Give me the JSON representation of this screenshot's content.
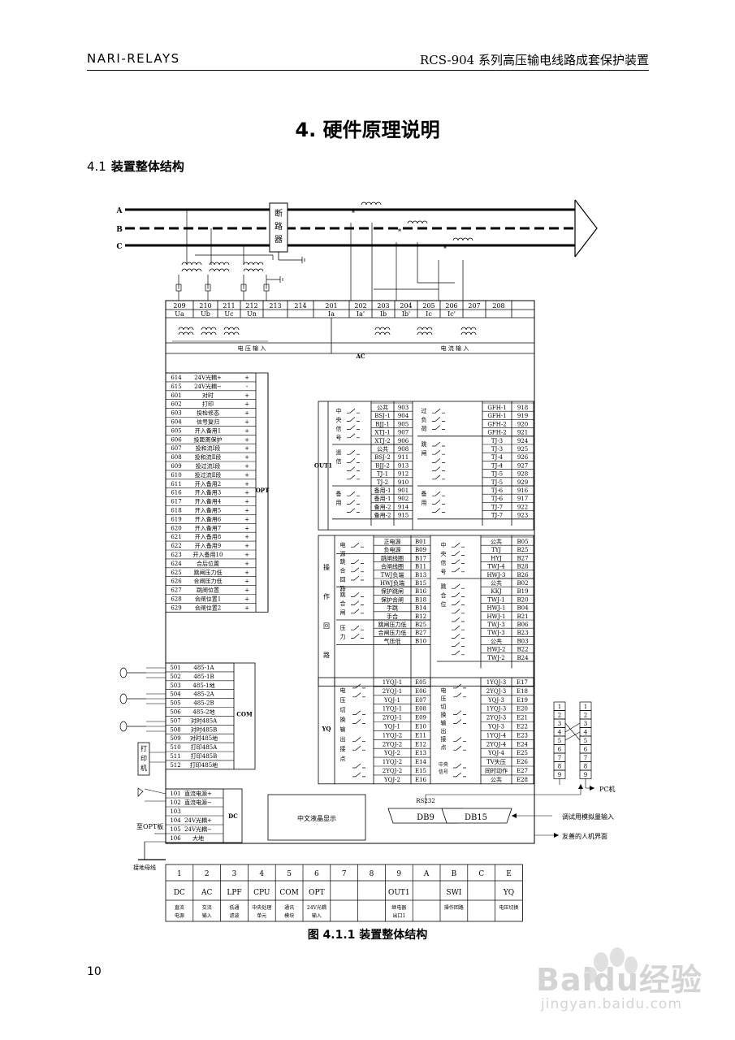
{
  "header": {
    "left": "NARI-RELAYS",
    "right": "RCS-904 系列高压输电线路成套保护装置"
  },
  "chapter_title": "4. 硬件原理说明",
  "section": {
    "number": "4.1",
    "title": "装置整体结构"
  },
  "diagram": {
    "phases": [
      "A",
      "B",
      "C"
    ],
    "breaker": [
      "断",
      "路",
      "器"
    ],
    "star": "*",
    "terminal_numbers": [
      "209",
      "210",
      "211",
      "212",
      "213",
      "214",
      "201",
      "202",
      "203",
      "204",
      "205",
      "206",
      "207",
      "208"
    ],
    "terminal_labels": [
      "Ua",
      "Ub",
      "Uc",
      "Un",
      "Ia",
      "Ia'",
      "Ib",
      "Ib'",
      "Ic",
      "Ic'"
    ],
    "voltage_input": "电 压 输 入",
    "current_input": "电 流 输 入",
    "ac": "AC",
    "opt": {
      "label": "OPT",
      "rows": [
        [
          "614",
          "24V光耦+",
          "+"
        ],
        [
          "615",
          "24V光耦−",
          "-"
        ],
        [
          "601",
          "对时",
          "+"
        ],
        [
          "602",
          "打印",
          "+"
        ],
        [
          "603",
          "投检修态",
          "+"
        ],
        [
          "604",
          "信号复归",
          "+"
        ],
        [
          "605",
          "开入备用1",
          "+"
        ],
        [
          "606",
          "投距离保护",
          "+"
        ],
        [
          "607",
          "投和流Ⅰ段",
          "+"
        ],
        [
          "608",
          "投和流Ⅱ段",
          "+"
        ],
        [
          "609",
          "投过流Ⅰ段",
          "+"
        ],
        [
          "610",
          "投过流Ⅱ段",
          "+"
        ],
        [
          "611",
          "开入备用2",
          "+"
        ],
        [
          "616",
          "开入备用3",
          "+"
        ],
        [
          "617",
          "开入备用4",
          "+"
        ],
        [
          "618",
          "开入备用5",
          "+"
        ],
        [
          "619",
          "开入备用6",
          "+"
        ],
        [
          "620",
          "开入备用7",
          "+"
        ],
        [
          "621",
          "开入备用8",
          "+"
        ],
        [
          "622",
          "开入备用9",
          "+"
        ],
        [
          "623",
          "开入备用10",
          "+"
        ],
        [
          "624",
          "合后位置",
          "+"
        ],
        [
          "625",
          "跳闸压力低",
          "+"
        ],
        [
          "626",
          "合闸压力低",
          "+"
        ],
        [
          "627",
          "跳闸位置",
          "+"
        ],
        [
          "628",
          "合闸位置1",
          "+"
        ],
        [
          "629",
          "合闸位置2",
          "+"
        ]
      ]
    },
    "com": {
      "label": "COM",
      "rows": [
        [
          "501",
          "485-1A"
        ],
        [
          "502",
          "485-1B"
        ],
        [
          "503",
          "485-1地"
        ],
        [
          "504",
          "485-2A"
        ],
        [
          "505",
          "485-2B"
        ],
        [
          "506",
          "485-2地"
        ],
        [
          "507",
          "对时485A"
        ],
        [
          "508",
          "对时485B"
        ],
        [
          "509",
          "对时485地"
        ],
        [
          "510",
          "打印485A"
        ],
        [
          "511",
          "打印485B"
        ],
        [
          "512",
          "打印485地"
        ]
      ],
      "printer": [
        "打",
        "印",
        "机"
      ]
    },
    "dc": {
      "label": "DC",
      "rows": [
        [
          "101",
          "直流电源+"
        ],
        [
          "102",
          "直流电源−"
        ],
        [
          "103",
          ""
        ],
        [
          "104",
          "24V光耦+"
        ],
        [
          "105",
          "24V光耦−"
        ],
        [
          "106",
          "大地"
        ]
      ],
      "to_opt": "至OPT板",
      "ground_bus": "接地母线"
    },
    "out1": {
      "label": "OUT1",
      "left_groups": [
        {
          "name": [
            "中",
            "央",
            "信",
            "号"
          ],
          "rows": [
            [
              "公共",
              "903"
            ],
            [
              "BSJ-1",
              "904"
            ],
            [
              "BJJ-1",
              "905"
            ],
            [
              "XTJ-1",
              "907"
            ],
            [
              "XTJ-2",
              "906"
            ]
          ]
        },
        {
          "name": [
            "遥",
            "信"
          ],
          "rows": [
            [
              "公共",
              "908"
            ],
            [
              "BSJ-2",
              "911"
            ],
            [
              "BJJ-2",
              "913"
            ],
            [
              "TJ-1",
              "912"
            ],
            [
              "TJ-2",
              "910"
            ]
          ]
        },
        {
          "name": [
            "备",
            "用"
          ],
          "rows": [
            [
              "备用-1",
              "901"
            ],
            [
              "备用-1",
              "902"
            ],
            [
              "备用-2",
              "914"
            ],
            [
              "备用-2",
              "915"
            ]
          ]
        }
      ],
      "right_groups": [
        {
          "name": [
            "过",
            "负",
            "荷"
          ],
          "rows": [
            [
              "GFH-1",
              "918"
            ],
            [
              "GFH-1",
              "919"
            ],
            [
              "GFH-2",
              "920"
            ],
            [
              "GFH-2",
              "921"
            ]
          ]
        },
        {
          "name": [
            "跳",
            "闸"
          ],
          "rows": [
            [
              "TJ-3",
              "924"
            ],
            [
              "TJ-3",
              "925"
            ],
            [
              "TJ-4",
              "926"
            ],
            [
              "TJ-4",
              "927"
            ],
            [
              "TJ-5",
              "928"
            ],
            [
              "TJ-5",
              "929"
            ]
          ]
        },
        {
          "name": [
            "备",
            "用"
          ],
          "rows": [
            [
              "TJ-6",
              "916"
            ],
            [
              "TJ-6",
              "917"
            ],
            [
              "TJ-7",
              "922"
            ],
            [
              "TJ-7",
              "923"
            ]
          ]
        }
      ]
    },
    "swi": {
      "label": [
        "操",
        "作",
        "回",
        "路"
      ],
      "left_groups": [
        {
          "name": [
            "电",
            "源"
          ],
          "rows": [
            [
              "正电源",
              "B01"
            ],
            [
              "负电源",
              "B09"
            ]
          ]
        },
        {
          "name": [
            "跳",
            "合",
            "回",
            "路"
          ],
          "rows": [
            [
              "跳闸线圈",
              "B17"
            ],
            [
              "合闸线圈",
              "B11"
            ],
            [
              "TWJ负端",
              "B13"
            ],
            [
              "HWJ负端",
              "B15"
            ]
          ]
        },
        {
          "name": [
            "跳",
            "合",
            "闸"
          ],
          "rows": [
            [
              "保护跳闸",
              "B16"
            ],
            [
              "保护合闸",
              "B18"
            ],
            [
              "手跳",
              "B14"
            ],
            [
              "手合",
              "B12"
            ]
          ]
        },
        {
          "name": [
            "压",
            "力"
          ],
          "rows": [
            [
              "跳闸压力低",
              "B25"
            ],
            [
              "合闸压力低",
              "B27"
            ],
            [
              "气压低",
              "B10"
            ]
          ]
        }
      ],
      "right_groups": [
        {
          "name": [
            "中",
            "央",
            "信",
            "号"
          ],
          "rows": [
            [
              "公共",
              "B05"
            ],
            [
              "TYJ",
              "B25"
            ],
            [
              "HYJ",
              "B27"
            ],
            [
              "TWJ-4",
              "B28"
            ],
            [
              "HWJ-3",
              "B26"
            ]
          ]
        },
        {
          "name": [
            "跳",
            "合",
            "位"
          ],
          "rows": [
            [
              "公共",
              "B02"
            ],
            [
              "KKJ",
              "B19"
            ],
            [
              "TWJ-1",
              "B20"
            ],
            [
              "HWJ-1",
              "B04"
            ],
            [
              "HWJ-1",
              "B21"
            ],
            [
              "TWJ-3",
              "B06"
            ],
            [
              "TWJ-3",
              "B23"
            ],
            [
              "公共",
              "B03"
            ],
            [
              "HWJ-2",
              "B22"
            ],
            [
              "TWJ-2",
              "B24"
            ]
          ]
        }
      ]
    },
    "yq": {
      "label": "YQ",
      "left_name": [
        "电",
        "压",
        "切",
        "换",
        "输",
        "出",
        "接",
        "点"
      ],
      "left_rows": [
        [
          "1YQJ-1",
          "E05"
        ],
        [
          "2YQJ-1",
          "E06"
        ],
        [
          "YQJ-1",
          "E07"
        ],
        [
          "1YQJ-1",
          "E08"
        ],
        [
          "2YQJ-1",
          "E09"
        ],
        [
          "YQJ-1",
          "E10"
        ],
        [
          "1YQJ-2",
          "E11"
        ],
        [
          "2YQJ-2",
          "E12"
        ],
        [
          "YQJ-2",
          "E13"
        ],
        [
          "1YQJ-2",
          "E14"
        ],
        [
          "2YQJ-2",
          "E15"
        ],
        [
          "YQJ-2",
          "E16"
        ]
      ],
      "right_name": [
        "电",
        "压",
        "切",
        "换",
        "输",
        "出",
        "接",
        "点"
      ],
      "right_name2": [
        "中央",
        "信号"
      ],
      "right_rows": [
        [
          "1YQJ-3",
          "E17"
        ],
        [
          "2YQJ-3",
          "E18"
        ],
        [
          "YQJ-3",
          "E19"
        ],
        [
          "1YQJ-3",
          "E20"
        ],
        [
          "2YQJ-3",
          "E21"
        ],
        [
          "YQJ-3",
          "E22"
        ],
        [
          "1YQJ-4",
          "E23"
        ],
        [
          "2YQJ-4",
          "E24"
        ],
        [
          "YQJ-4",
          "E25"
        ],
        [
          "TV失压",
          "E26"
        ],
        [
          "同时动作",
          "E27"
        ],
        [
          "公共",
          "E28"
        ]
      ]
    },
    "lcd": "中文液晶显示",
    "rs232": "RS232",
    "db9": "DB9",
    "db15": "DB15",
    "pc": "PC机",
    "debug_input": "调试用模拟量输入",
    "hmi": "友善的人机界面",
    "connector_pins": [
      "1",
      "2",
      "3",
      "4",
      "5",
      "6",
      "7",
      "8",
      "9"
    ],
    "slots": [
      {
        "no": "1",
        "name": "DC",
        "desc": [
          "直流",
          "电源"
        ]
      },
      {
        "no": "2",
        "name": "AC",
        "desc": [
          "交流",
          "输入"
        ]
      },
      {
        "no": "3",
        "name": "LPF",
        "desc": [
          "低通",
          "滤波"
        ]
      },
      {
        "no": "4",
        "name": "CPU",
        "desc": [
          "中央处理",
          "单元"
        ]
      },
      {
        "no": "5",
        "name": "COM",
        "desc": [
          "通讯",
          "模块"
        ]
      },
      {
        "no": "6",
        "name": "OPT",
        "desc": [
          "24V光耦",
          "输入"
        ]
      },
      {
        "no": "7",
        "name": "",
        "desc": [
          "",
          ""
        ]
      },
      {
        "no": "8",
        "name": "",
        "desc": [
          "",
          ""
        ]
      },
      {
        "no": "9",
        "name": "OUT1",
        "desc": [
          "继电器",
          "出口1"
        ]
      },
      {
        "no": "A",
        "name": "",
        "desc": [
          "",
          ""
        ]
      },
      {
        "no": "B",
        "name": "SWI",
        "desc": [
          "操作回路",
          ""
        ]
      },
      {
        "no": "C",
        "name": "",
        "desc": [
          "",
          ""
        ]
      },
      {
        "no": "E",
        "name": "YQ",
        "desc": [
          "电压切换",
          ""
        ]
      }
    ]
  },
  "caption": "图 4.1.1  装置整体结构",
  "page_number": "10",
  "watermark": {
    "brand": "Baidu经验",
    "url": "jingyan.baidu.com"
  }
}
